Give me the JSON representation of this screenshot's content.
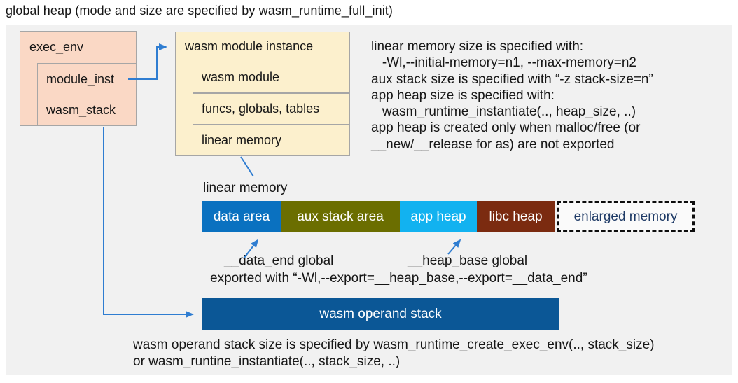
{
  "page": {
    "title": "global heap (mode and size are specified by wasm_runtime_full_init)"
  },
  "exec_env": {
    "title": "exec_env",
    "rows": [
      "module_inst",
      "wasm_stack"
    ]
  },
  "module_instance": {
    "title": "wasm module instance",
    "rows": [
      "wasm module",
      "funcs, globals, tables",
      "linear memory"
    ]
  },
  "right_notes": {
    "lines": [
      "linear memory size is specified with:",
      "   -Wl,--initial-memory=n1, --max-memory=n2",
      "aux stack size is specified with “-z stack-size=n”",
      "app heap size is specified with:",
      "   wasm_runtime_instantiate(.., heap_size, ..)",
      "app heap is created only when malloc/free (or",
      "__new/__release for as) are not exported"
    ]
  },
  "linear_memory": {
    "label": "linear memory",
    "segments": [
      {
        "label": "data area",
        "color": "#0a71c0",
        "text_color": "#ffffff"
      },
      {
        "label": "aux stack area",
        "color": "#6b6e00",
        "text_color": "#ffffff"
      },
      {
        "label": "app heap",
        "color": "#12b2f0",
        "text_color": "#ffffff"
      },
      {
        "label": "libc heap",
        "color": "#7b2b10",
        "text_color": "#ffffff"
      },
      {
        "label": "enlarged memory",
        "color": "#fafafa",
        "text_color": "#1e3a66"
      }
    ],
    "data_end_label": "__data_end global",
    "heap_base_label": "__heap_base global",
    "export_note": "exported with “-Wl,--export=__heap_base,--export=__data_end”"
  },
  "operand_stack": {
    "label": "wasm operand stack",
    "notes": [
      "wasm operand stack size is specified by wasm_runtime_create_exec_env(.., stack_size)",
      "or wasm_runtine_instantiate(.., stack_size, ..)"
    ]
  },
  "colors": {
    "connector_blue": "#2f7dd1",
    "exec_env_fill": "#fad8c5",
    "module_instance_fill": "#fcf0cd",
    "operand_stack_fill": "#0b5796",
    "panel_bg": "#f1f1f1",
    "box_border": "#a6a6a6"
  }
}
